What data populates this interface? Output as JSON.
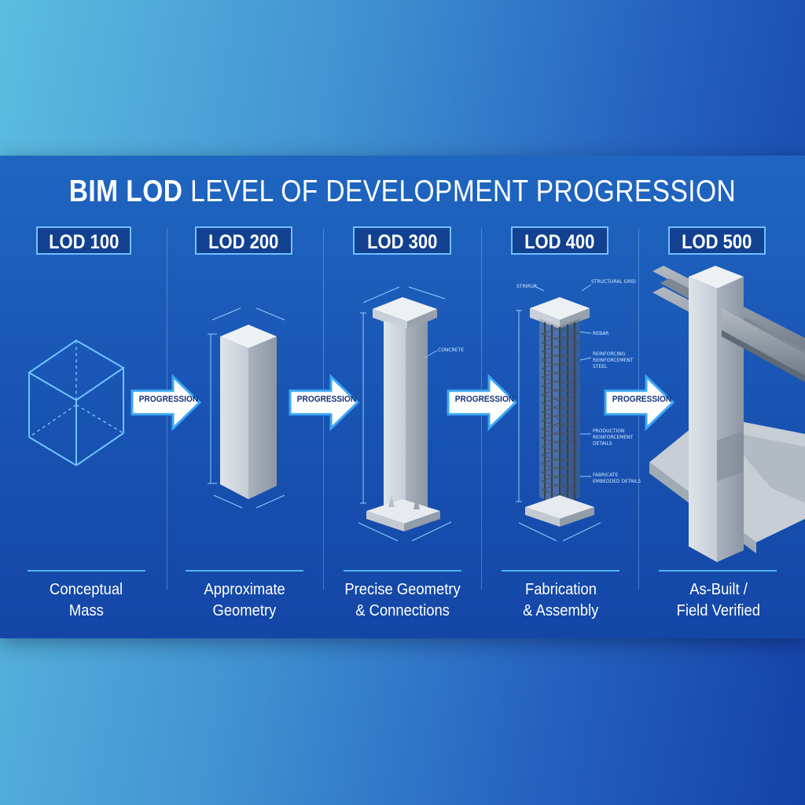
{
  "title_bold": "BIM LOD",
  "title_rest": " LEVEL OF DEVELOPMENT PROGRESSION",
  "stages": [
    {
      "lod": "LOD 100",
      "caption_line1": "Conceptual",
      "caption_line2": "Mass"
    },
    {
      "lod": "LOD 200",
      "caption_line1": "Approximate",
      "caption_line2": "Geometry"
    },
    {
      "lod": "LOD 300",
      "caption_line1": "Precise Geometry",
      "caption_line2": "& Connections"
    },
    {
      "lod": "LOD 400",
      "caption_line1": "Fabrication",
      "caption_line2": "& Assembly"
    },
    {
      "lod": "LOD 500",
      "caption_line1": "As-Built /",
      "caption_line2": "Field Verified"
    }
  ],
  "arrows": [
    "PROGRESSION",
    "PROGRESSION",
    "PROGRESSION",
    "PROGRESSION"
  ],
  "annotations": {
    "lod300_concrete": "CONCRETE",
    "lod400_top_left": "STRIRUP",
    "lod400_top_right": "STRUCTURAL GRID",
    "lod400_rebar": "REBAR",
    "lod400_mid1": "REINFORCING",
    "lod400_mid2": "REINFORCEMENT",
    "lod400_mid3": "STEEL",
    "lod400_low1": "PRODUCTION",
    "lod400_low2": "REINFORCEMENT",
    "lod400_low3": "DETAILS",
    "lod400_bot1": "FABRICATE",
    "lod400_bot2": "EMBEDDED DETAILS"
  },
  "colors": {
    "accent": "#6fc0ff",
    "panel": "#1a56b5",
    "arrow_fill": "#ffffff",
    "arrow_stroke": "#3aa6f5"
  }
}
